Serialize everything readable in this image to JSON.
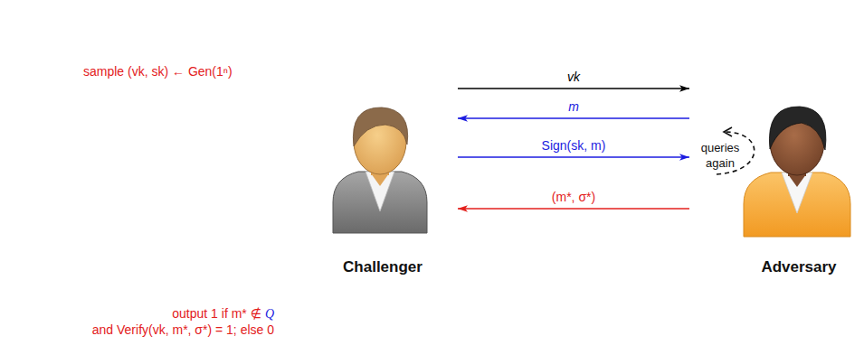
{
  "diagram": {
    "nodes": [
      {
        "text": [
          "Challenger"
        ]
      },
      {
        "text": [
          "Adversary"
        ]
      }
    ],
    "edges": [
      {
        "from": 0,
        "to": 1,
        "arrow": "to",
        "label": "vk"
      },
      {
        "from": 1,
        "to": 0,
        "arrow": "to",
        "label": "m"
      },
      {
        "from": 0,
        "to": 1,
        "arrow": "to",
        "label": "Sign(sk, m)"
      },
      {
        "from": 1,
        "to": 0,
        "arrow": "to",
        "label": "(m*, σ*)"
      }
    ],
    "labels": [
      "sample (vk, sk) ← Gen(1ⁿ)",
      "queries again",
      "output 1 if m* ∉",
      "Q",
      "and Verify(vk, m*, σ*) = 1; else 0"
    ]
  }
}
